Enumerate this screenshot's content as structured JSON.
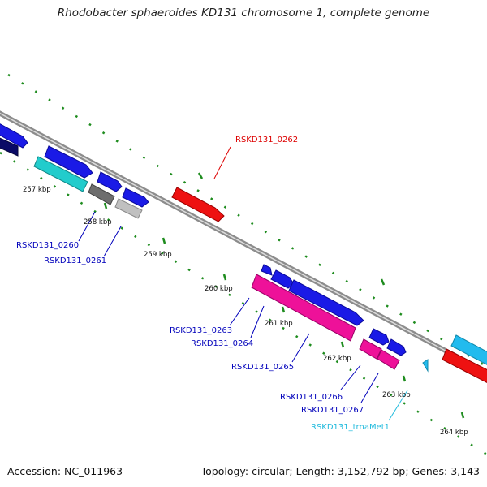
{
  "title": "Rhodobacter sphaeroides KD131 chromosome 1, complete genome",
  "footer": {
    "accession": "Accession: NC_011963",
    "topology": "Topology: circular; Length: 3,152,792 bp; Genes: 3,143"
  },
  "colors": {
    "background": "#ffffff",
    "backbone": "#8c8c8c",
    "tick": "#1e8c1e",
    "gene_label": "#0000bb",
    "highlight_label": "#dd0000",
    "trna_label": "#22bbdd"
  },
  "ticks": [
    "257 kbp",
    "258 kbp",
    "259 kbp",
    "260 kbp",
    "261 kbp",
    "262 kbp",
    "263 kbp",
    "264 kbp"
  ],
  "genes": [
    "RSKD131_0260",
    "RSKD131_0261",
    "RSKD131_0262",
    "RSKD131_0263",
    "RSKD131_0264",
    "RSKD131_0265",
    "RSKD131_0266",
    "RSKD131_0267",
    "RSKD131_trnaMet1"
  ]
}
